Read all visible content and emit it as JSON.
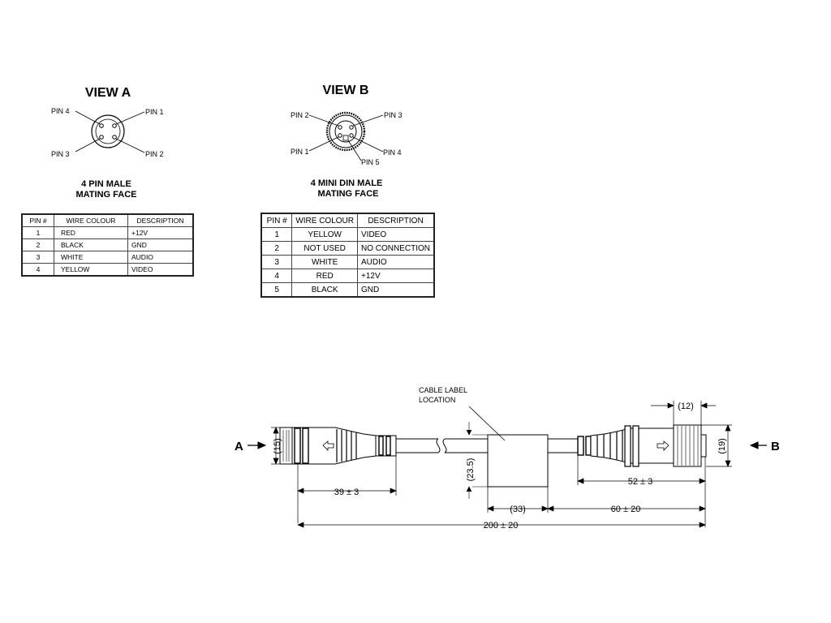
{
  "view_a": {
    "title": "VIEW A",
    "pin_labels": [
      "PIN 4",
      "PIN 1",
      "PIN 3",
      "PIN 2"
    ],
    "caption_line1": "4 PIN MALE",
    "caption_line2": "MATING FACE",
    "table": {
      "headers": [
        "PIN #",
        "WIRE COLOUR",
        "DESCRIPTION"
      ],
      "rows": [
        [
          "1",
          "RED",
          "+12V"
        ],
        [
          "2",
          "BLACK",
          "GND"
        ],
        [
          "3",
          "WHITE",
          "AUDIO"
        ],
        [
          "4",
          "YELLOW",
          "VIDEO"
        ]
      ]
    }
  },
  "view_b": {
    "title": "VIEW B",
    "pin_labels": [
      "PIN 2",
      "PIN 3",
      "PIN 1",
      "PIN 4",
      "PIN 5"
    ],
    "caption_line1": "4 MINI DIN MALE",
    "caption_line2": "MATING FACE",
    "table": {
      "headers": [
        "PIN #",
        "WIRE COLOUR",
        "DESCRIPTION"
      ],
      "rows": [
        [
          "1",
          "YELLOW",
          "VIDEO"
        ],
        [
          "2",
          "NOT USED",
          "NO CONNECTION"
        ],
        [
          "3",
          "WHITE",
          "AUDIO"
        ],
        [
          "4",
          "RED",
          "+12V"
        ],
        [
          "5",
          "BLACK",
          "GND"
        ]
      ]
    }
  },
  "cable": {
    "label_line1": "CABLE LABEL",
    "label_line2": "LOCATION",
    "end_a": "A",
    "end_b": "B",
    "dims": {
      "d15": "(15)",
      "d39": "39 ± 3",
      "d23": "(23.5)",
      "d33": "(33)",
      "d60": "60 ± 20",
      "d200": "200 ± 20",
      "d52": "52 ± 3",
      "d12": "(12)",
      "d19": "(19)"
    }
  }
}
